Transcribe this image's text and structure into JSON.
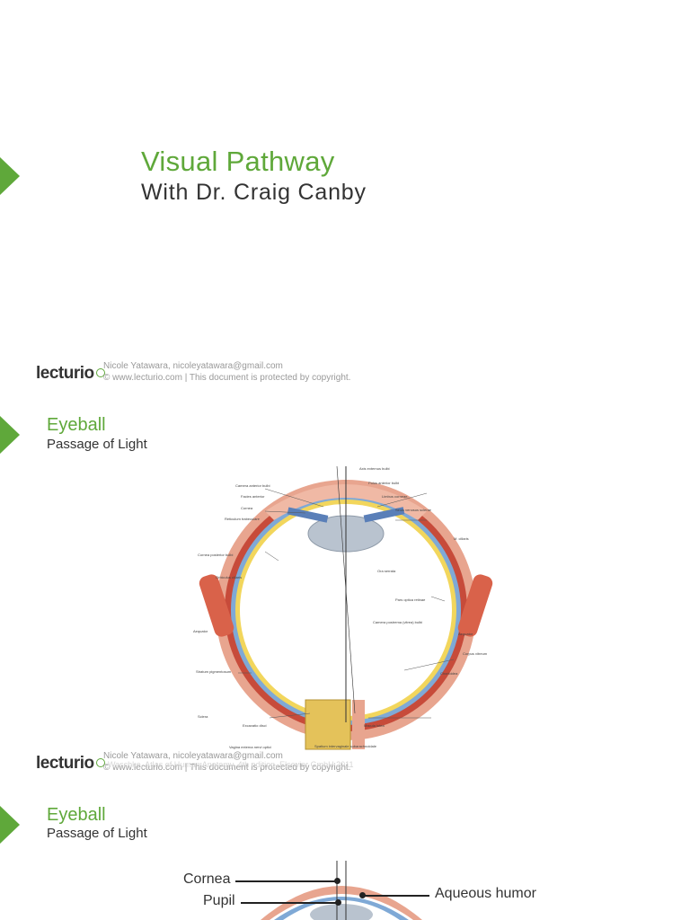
{
  "slide1": {
    "title": "Visual Pathway",
    "subtitle": "With Dr. Craig Canby"
  },
  "footer": {
    "logo_text": "lecturio",
    "user_line": "Nicole Yatawara, nicoleyatawara@gmail.com",
    "copyright_line": "© www.lecturio.com | This document is protected by copyright."
  },
  "slide2": {
    "heading": "Eyeball",
    "subheading": "Passage of Light",
    "credit": "Waschke, Atlas of Human Anatomy, 4th edition, Elsevier GmbH 2011"
  },
  "slide3": {
    "heading": "Eyeball",
    "subheading": "Passage of Light",
    "labels": {
      "cornea": "Cornea",
      "pupil": "Pupil",
      "aqueous": "Aqueous humor"
    }
  },
  "colors": {
    "accent_green": "#5fa83a",
    "sclera": "#e8a58f",
    "choroid": "#c74b3a",
    "retina": "#f2d65c",
    "iris": "#5a7fb8"
  },
  "icons": [
    "arrow-right-icon",
    "lecturio-logo"
  ]
}
